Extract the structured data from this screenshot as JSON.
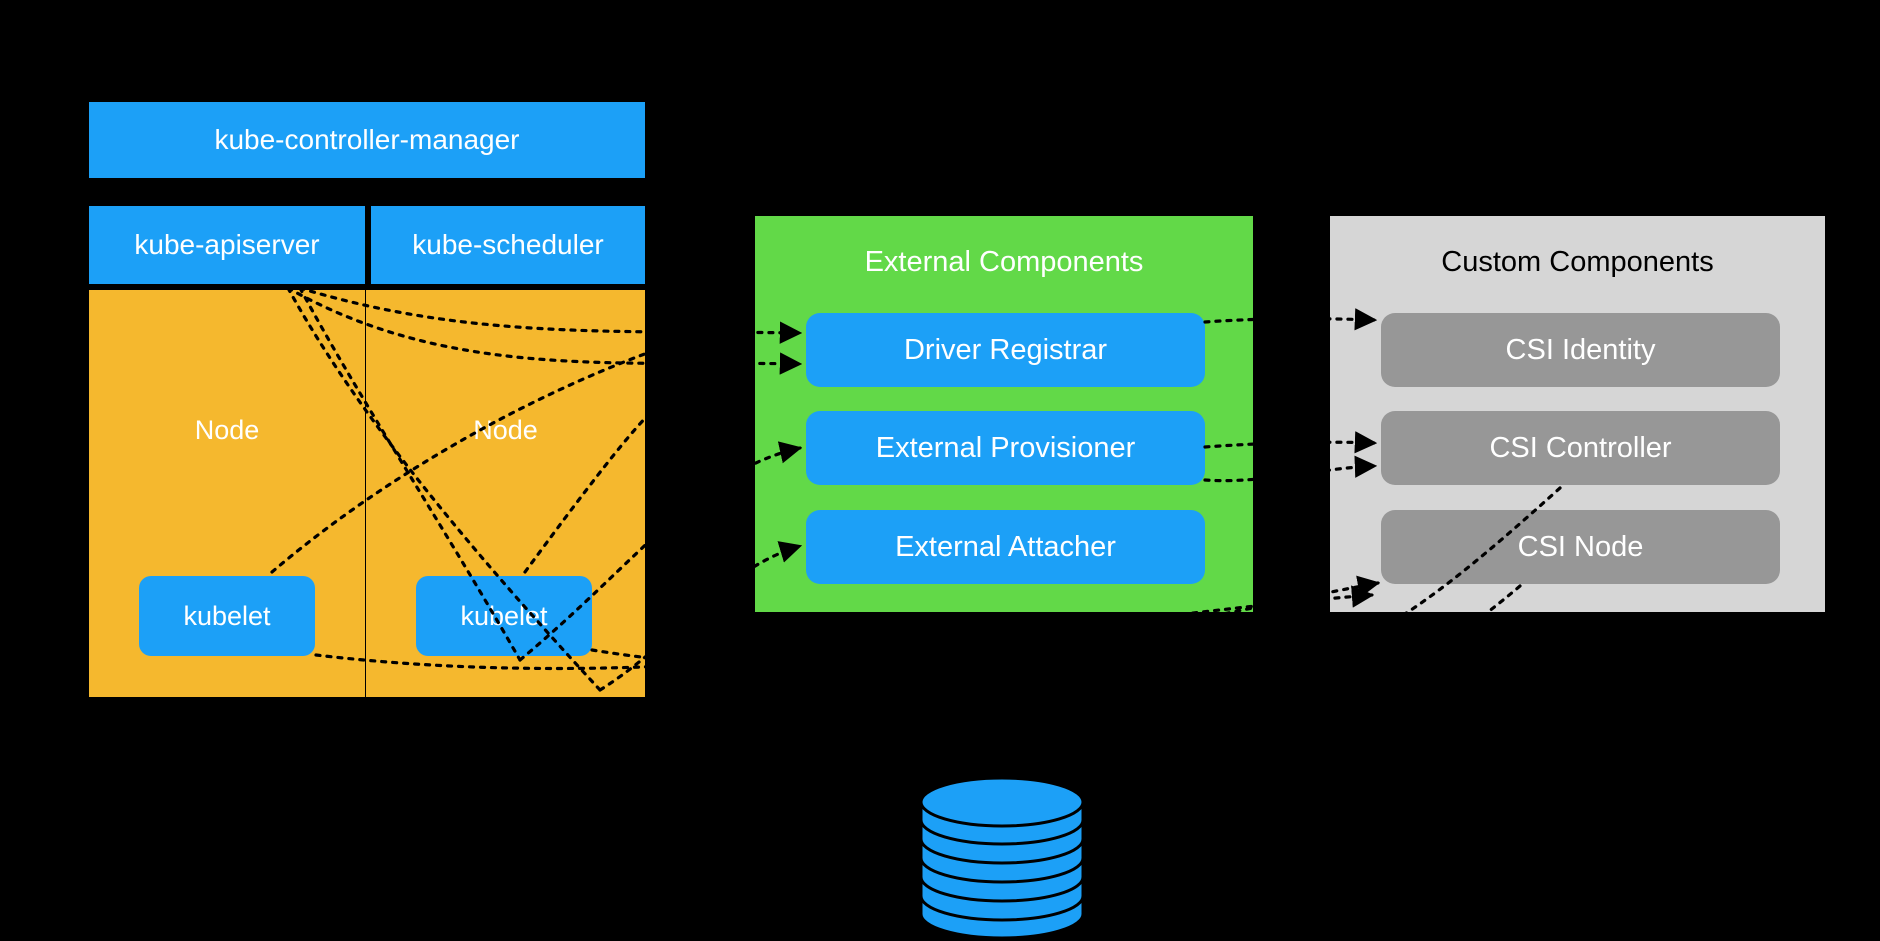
{
  "diagram": {
    "title": "Kubernetes CSI architecture",
    "background_color": "#000000"
  },
  "cluster": {
    "controller_manager": "kube-controller-manager",
    "apiserver": "kube-apiserver",
    "scheduler": "kube-scheduler",
    "nodes": [
      {
        "label": "Node",
        "kubelet": "kubelet"
      },
      {
        "label": "Node",
        "kubelet": "kubelet"
      }
    ],
    "colors": {
      "component": "#1CA0F7",
      "node": "#F5B82E",
      "text": "#FFFFFF"
    }
  },
  "external_components": {
    "title": "External Components",
    "panel_color": "#62D948",
    "box_color": "#1CA0F7",
    "items": [
      {
        "label": "Driver Registrar"
      },
      {
        "label": "External Provisioner"
      },
      {
        "label": "External Attacher"
      }
    ]
  },
  "custom_components": {
    "title": "Custom Components",
    "panel_color": "#D6D6D6",
    "box_color": "#979797",
    "title_color": "#000000",
    "items": [
      {
        "label": "CSI Identity"
      },
      {
        "label": "CSI Controller"
      },
      {
        "label": "CSI Node"
      }
    ]
  },
  "storage": {
    "icon": "database-cylinder-icon",
    "color": "#1CA0F7",
    "label": ""
  },
  "connections": {
    "style": "dotted",
    "arrowhead": "filled-triangle",
    "color": "#000000",
    "edges": [
      {
        "from": "kube-apiserver",
        "to": "Driver Registrar"
      },
      {
        "from": "kube-apiserver",
        "to": "External Provisioner"
      },
      {
        "from": "kube-apiserver",
        "to": "External Attacher"
      },
      {
        "from": "Driver Registrar",
        "to": "CSI Identity"
      },
      {
        "from": "External Provisioner",
        "to": "CSI Controller"
      },
      {
        "from": "External Attacher",
        "to": "CSI Controller"
      },
      {
        "from": "kubelet",
        "to": "CSI Node"
      },
      {
        "from": "kubelet",
        "to": "CSI Node"
      },
      {
        "from": "CSI Node",
        "to": "storage"
      },
      {
        "from": "CSI Controller",
        "to": "storage"
      }
    ]
  }
}
